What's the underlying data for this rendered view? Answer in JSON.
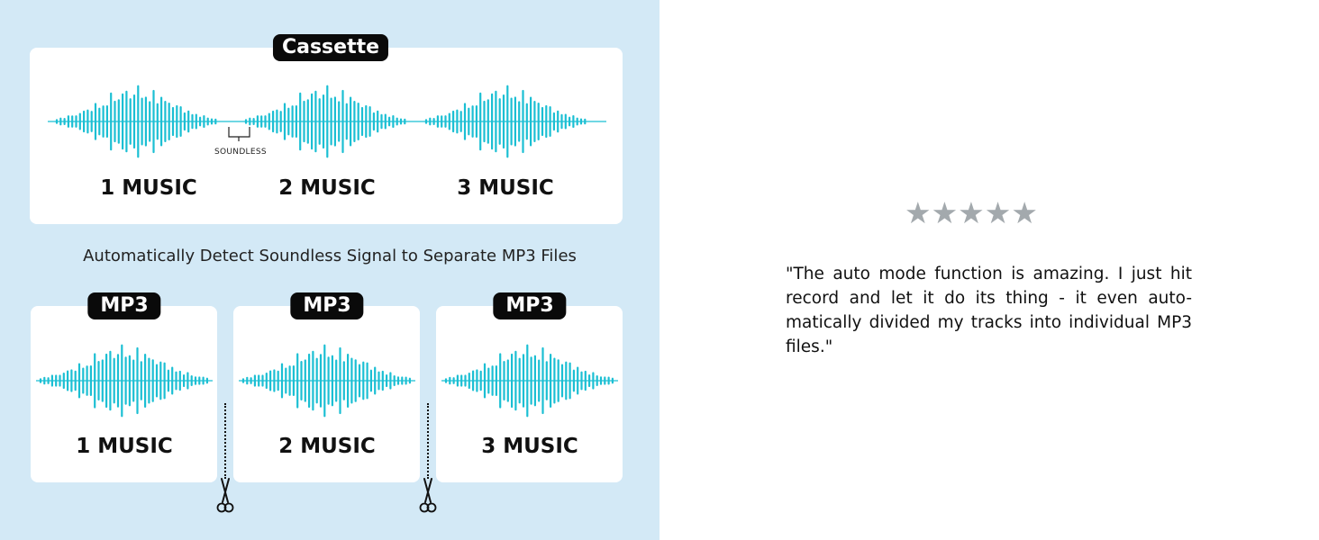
{
  "cassette": {
    "title": "Cassette",
    "tracks": [
      "1 MUSIC",
      "2 MUSIC",
      "3 MUSIC"
    ],
    "gap_label": "SOUNDLESS"
  },
  "caption": "Automatically Detect Soundless Signal to Separate MP3 Files",
  "mp3_files": [
    {
      "badge": "MP3",
      "label": "1 MUSIC"
    },
    {
      "badge": "MP3",
      "label": "2 MUSIC"
    },
    {
      "badge": "MP3",
      "label": "3 MUSIC"
    }
  ],
  "colors": {
    "panel_background": "#d3e9f6",
    "waveform": "#1bbfd3",
    "badge": "#0a0a0a",
    "stars": "#a3a9ad"
  },
  "icons": [
    "scissors-icon",
    "star-icon"
  ],
  "review": {
    "rating": 5,
    "stars": "★★★★★",
    "text": "\"The auto mode function is amazing. I just hit record and let it do its thing - it even auto-matically divided my tracks into individual MP3 files.\""
  }
}
